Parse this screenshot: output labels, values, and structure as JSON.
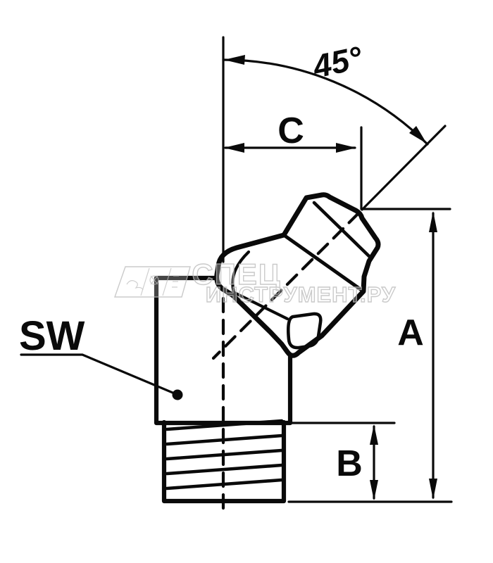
{
  "drawing": {
    "title": "45-degree grease nipple dimensional drawing",
    "labels": {
      "angle": "45°",
      "c": "C",
      "a": "A",
      "b": "B",
      "sw": "SW"
    },
    "watermark": {
      "line1": "СПЕЦ",
      "line2": "ИНСТРУМЕНТ.РУ"
    },
    "colors": {
      "ink": "#0a0a0a",
      "watermark": "#bdbdbd",
      "background": "#ffffff"
    }
  }
}
